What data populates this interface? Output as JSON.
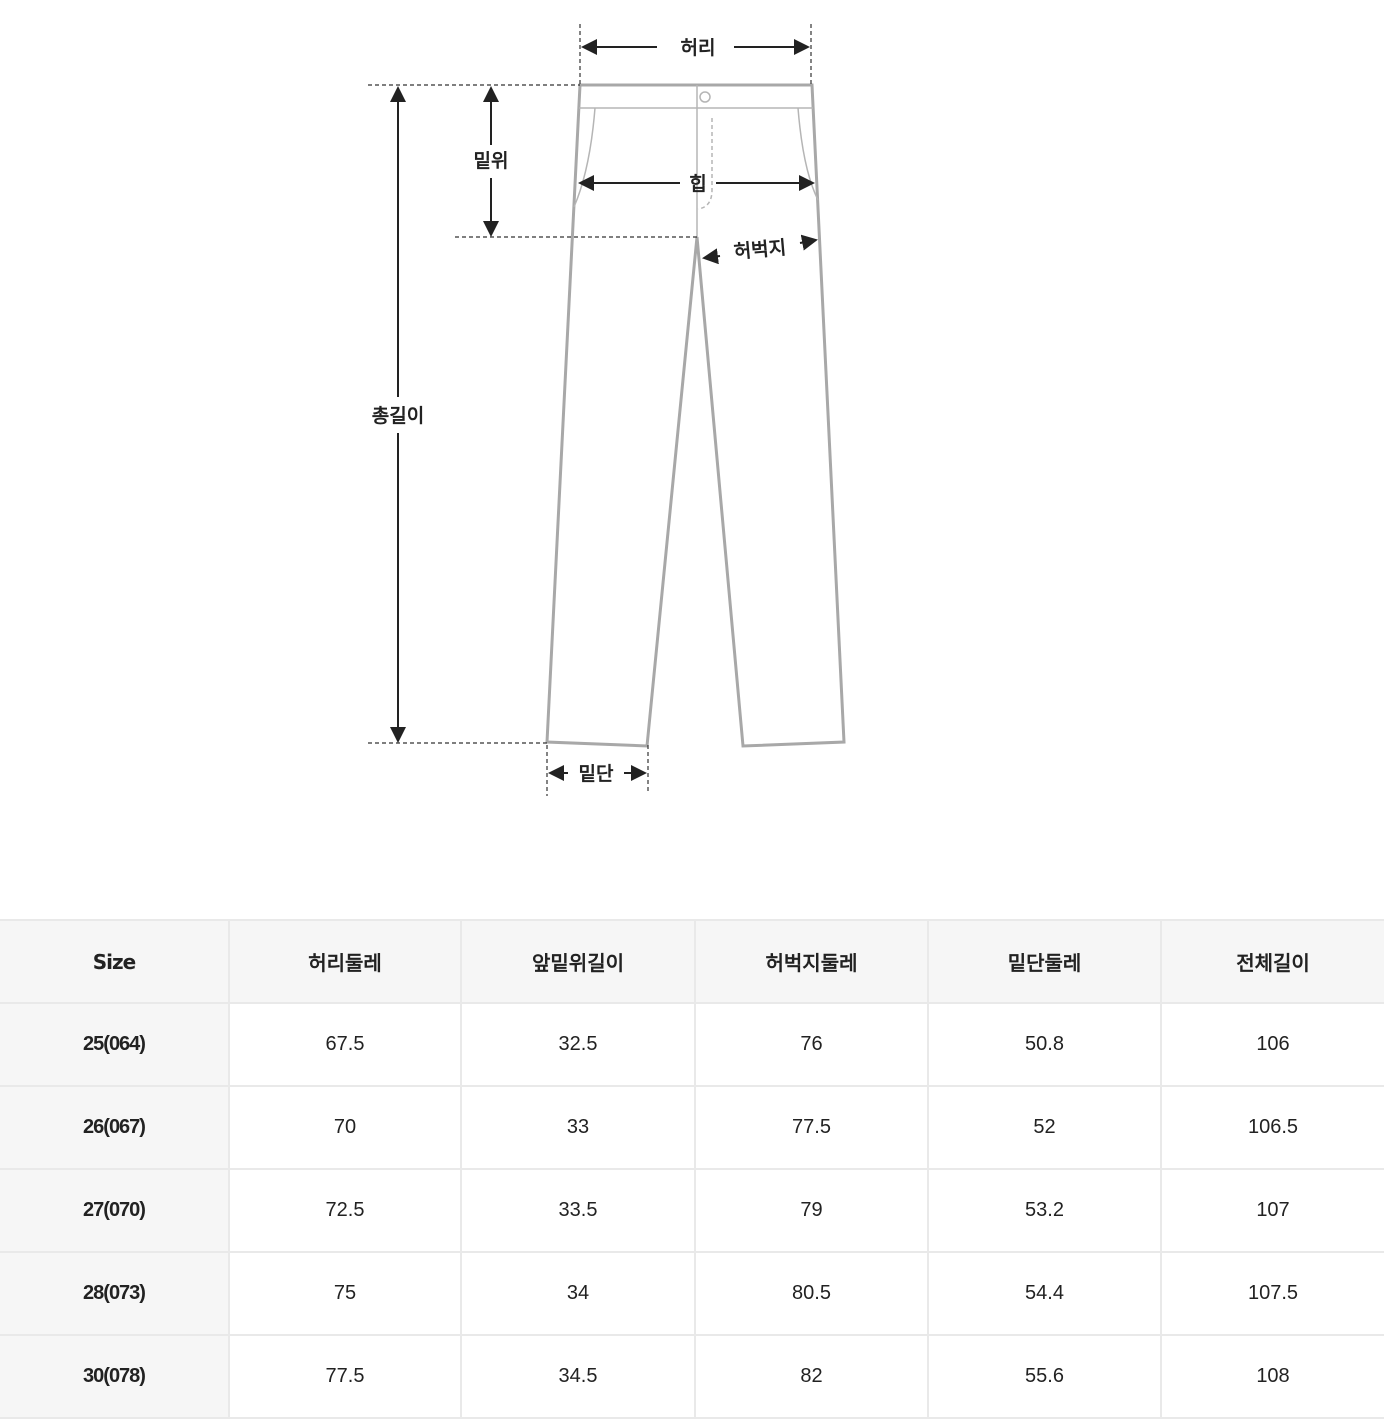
{
  "diagram": {
    "labels": {
      "waist": "허리",
      "rise": "밑위",
      "hip": "힙",
      "thigh": "허벅지",
      "length": "총길이",
      "hem": "밑단"
    }
  },
  "table": {
    "headers": [
      "Size",
      "허리둘레",
      "앞밑위길이",
      "허벅지둘레",
      "밑단둘레",
      "전체길이"
    ],
    "rows": [
      [
        "25(064)",
        "67.5",
        "32.5",
        "76",
        "50.8",
        "106"
      ],
      [
        "26(067)",
        "70",
        "33",
        "77.5",
        "52",
        "106.5"
      ],
      [
        "27(070)",
        "72.5",
        "33.5",
        "79",
        "53.2",
        "107"
      ],
      [
        "28(073)",
        "75",
        "34",
        "80.5",
        "54.4",
        "107.5"
      ],
      [
        "30(078)",
        "77.5",
        "34.5",
        "82",
        "55.6",
        "108"
      ]
    ]
  }
}
